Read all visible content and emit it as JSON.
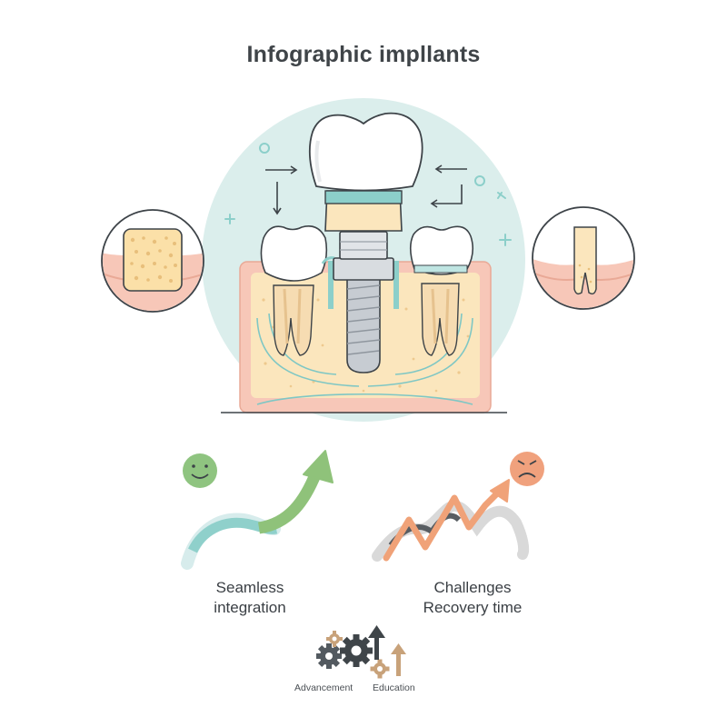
{
  "title": "Infographic impllants",
  "left_caption": {
    "line1": "Seamless",
    "line2": "integration"
  },
  "right_caption": {
    "line1": "Challenges",
    "line2": "Recovery time"
  },
  "bottom_labels": {
    "advancement": "Advancement",
    "education": "Education"
  },
  "colors": {
    "background_circle": "#dbeeec",
    "gum": "#f7c7b8",
    "bone": "#fbe6bd",
    "teal": "#8ccfca",
    "enamel": "#ffffff",
    "implant_metal": "#c7ccd2",
    "positive_green": "#8fc27a",
    "challenge_orange": "#f0a278",
    "smiley_green": "#8fc480",
    "sad_orange": "#f0a17d"
  },
  "icons": [
    "arrow-right-icon",
    "arrow-left-icon",
    "arrow-down-icon",
    "plus-icon",
    "circle-icon",
    "smiley-icon",
    "frown-icon",
    "gear-icon",
    "arrow-up-icon"
  ]
}
